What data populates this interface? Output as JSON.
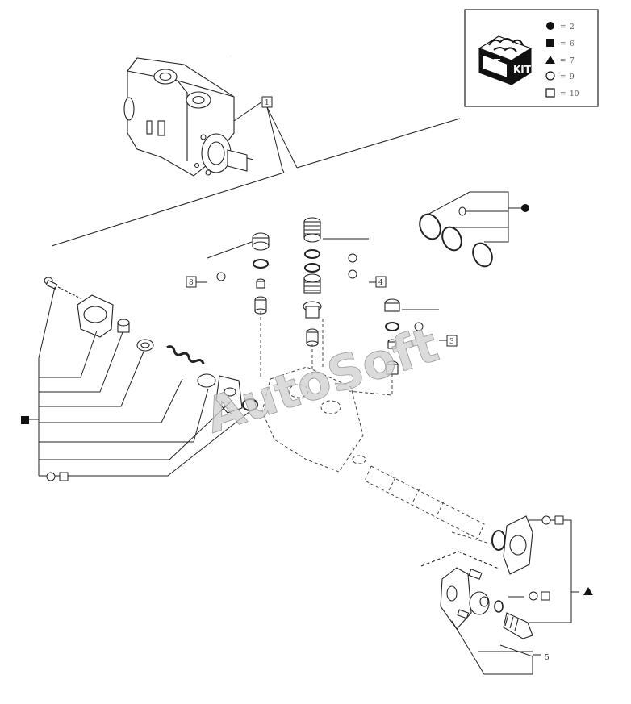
{
  "legend": {
    "items": [
      {
        "icon": "filled-circle-icon",
        "value": "2"
      },
      {
        "icon": "filled-square-icon",
        "value": "6"
      },
      {
        "icon": "filled-triangle-icon",
        "value": "7"
      },
      {
        "icon": "open-circle-icon",
        "value": "9"
      },
      {
        "icon": "open-square-icon",
        "value": "10"
      }
    ],
    "kit_label_left": "KIT",
    "kit_label_right": "KIT"
  },
  "callouts": {
    "top_assembly": "1",
    "left_plug": "8",
    "center_stack": "4",
    "right_plug": "3",
    "bottom_part": "5"
  },
  "watermark": "AutoSoft",
  "colors": {
    "line": "#222222",
    "dash": "#444444",
    "watermark": "#c8c8c8"
  }
}
